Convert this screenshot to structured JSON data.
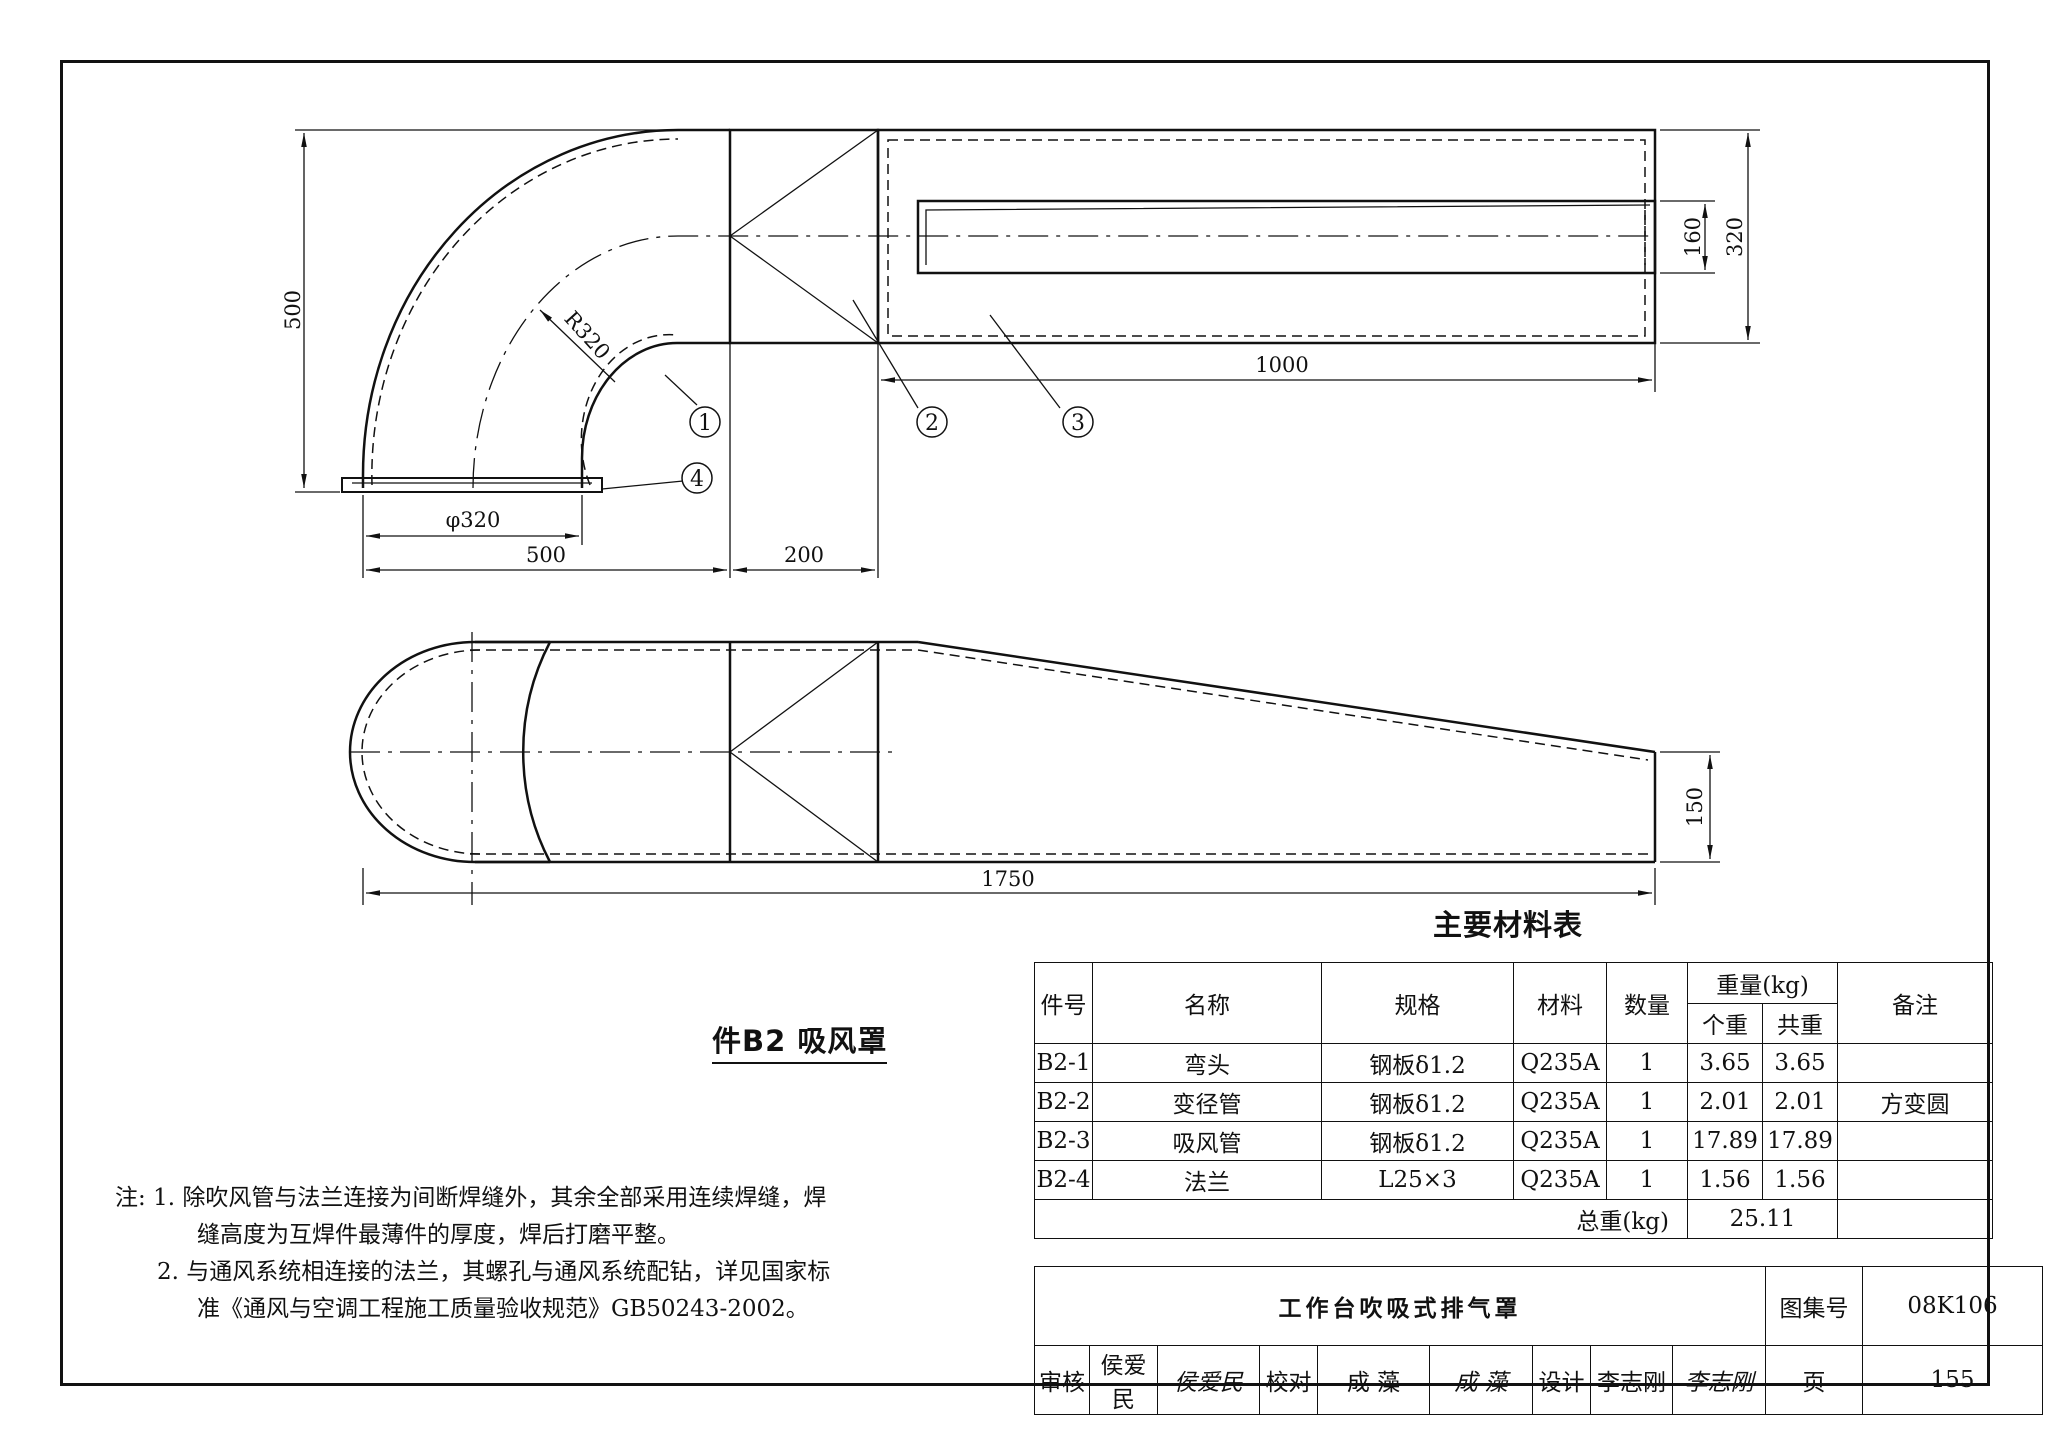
{
  "drawing": {
    "dims": {
      "d500_left": "500",
      "r320": "R320",
      "phi320": "φ320",
      "d500_bottom": "500",
      "d200": "200",
      "d1000": "1000",
      "d160": "160",
      "d320_right": "320",
      "d150": "150",
      "d1750": "1750"
    },
    "bubbles": [
      "1",
      "2",
      "3",
      "4"
    ]
  },
  "part_title": "件B2  吸风罩",
  "material_table": {
    "title": "主要材料表",
    "headers": {
      "no": "件号",
      "name": "名称",
      "spec": "规格",
      "material": "材料",
      "qty": "数量",
      "weight": "重量(kg)",
      "unit_weight": "个重",
      "total_weight": "共重",
      "remark": "备注"
    },
    "rows": [
      {
        "no": "B2-1",
        "name": "弯头",
        "spec": "钢板δ1.2",
        "material": "Q235A",
        "qty": "1",
        "unit": "3.65",
        "total": "3.65",
        "remark": ""
      },
      {
        "no": "B2-2",
        "name": "变径管",
        "spec": "钢板δ1.2",
        "material": "Q235A",
        "qty": "1",
        "unit": "2.01",
        "total": "2.01",
        "remark": "方变圆"
      },
      {
        "no": "B2-3",
        "name": "吸风管",
        "spec": "钢板δ1.2",
        "material": "Q235A",
        "qty": "1",
        "unit": "17.89",
        "total": "17.89",
        "remark": ""
      },
      {
        "no": "B2-4",
        "name": "法兰",
        "spec": "L25×3",
        "material": "Q235A",
        "qty": "1",
        "unit": "1.56",
        "total": "1.56",
        "remark": ""
      }
    ],
    "total_label": "总重(kg)",
    "total_value": "25.11"
  },
  "notes": {
    "prefix": "注:",
    "n1_a": "1. 除吹风管与法兰连接为间断焊缝外，其余全部采用连续焊缝，焊",
    "n1_b": "缝高度为互焊件最薄件的厚度，焊后打磨平整。",
    "n2_a": "2. 与通风系统相连接的法兰，其螺孔与通风系统配钻，详见国家标",
    "n2_b": "准《通风与空调工程施工质量验收规范》GB50243-2002。"
  },
  "title_block": {
    "title": "工作台吹吸式排气罩",
    "atlas_label": "图集号",
    "atlas_no": "08K106",
    "review_label": "审核",
    "reviewer": "侯爱民",
    "reviewer_sign": "侯爱民",
    "check_label": "校对",
    "checker": "成  藻",
    "checker_sign": "成  藻",
    "design_label": "设计",
    "designer": "李志刚",
    "designer_sign": "李志刚",
    "page_label": "页",
    "page_no": "155"
  }
}
